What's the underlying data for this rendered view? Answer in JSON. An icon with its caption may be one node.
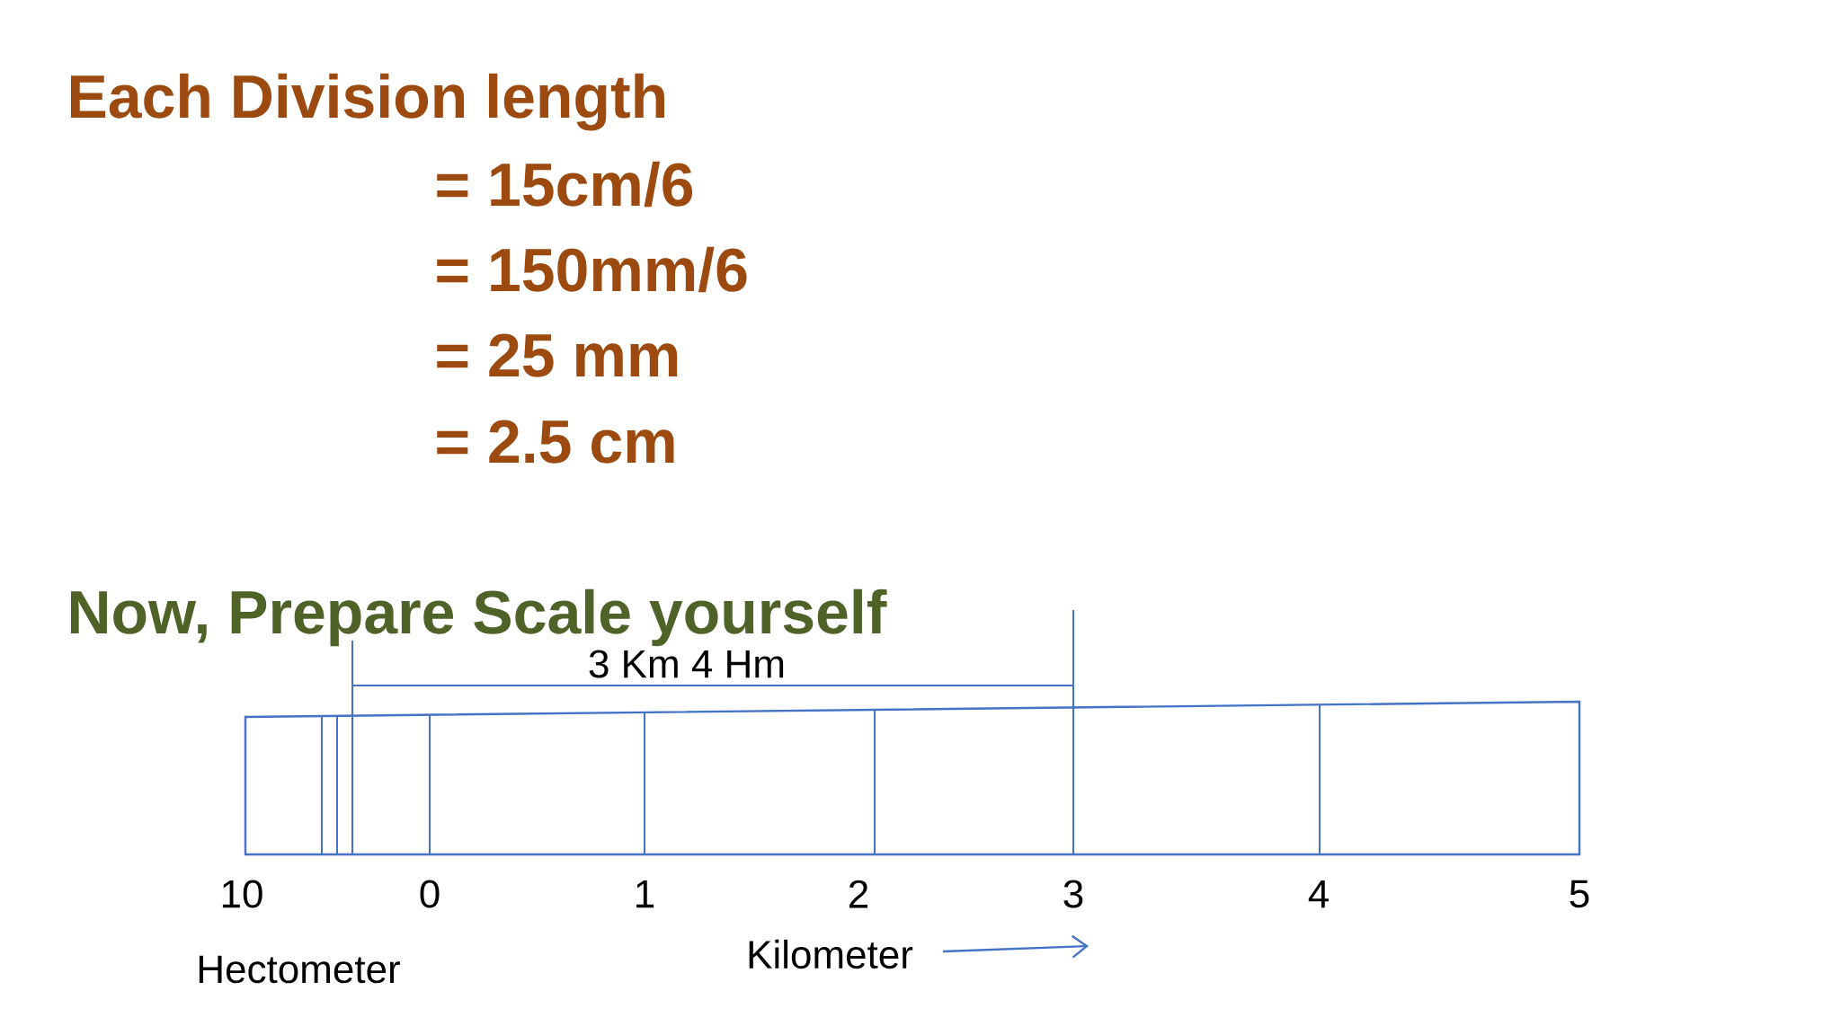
{
  "diagram": {
    "labels": [
      "Each Division length",
      "= 15cm/6",
      "= 150mm/6",
      "= 25 mm",
      "= 2.5 cm",
      "Now, Prepare Scale yourself",
      "3 Km 4 Hm",
      "10",
      "0",
      "1",
      "2",
      "3",
      "4",
      "5",
      "Hectometer",
      "Kilometer"
    ]
  }
}
